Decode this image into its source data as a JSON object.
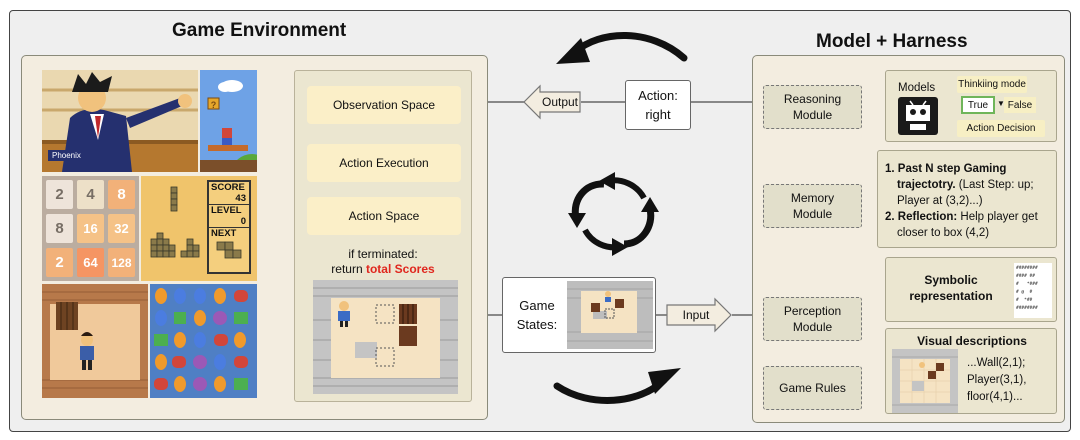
{
  "titles": {
    "env": "Game Environment",
    "harness": "Model + Harness"
  },
  "env_panel": {
    "observation_space": "Observation Space",
    "action_execution": "Action Execution",
    "action_space": "Action Space",
    "terminated_line1": "if terminated:",
    "terminated_return": "return ",
    "terminated_scores": "total Scores"
  },
  "game_thumbs": {
    "phoenix_label": "Phoenix",
    "q_block": "?",
    "g2048": [
      "2",
      "4",
      "8",
      "8",
      "16",
      "32",
      "2",
      "64",
      "128"
    ],
    "tetris_score_label": "SCORE",
    "tetris_score": "43",
    "tetris_level_label": "LEVEL",
    "tetris_level": "0",
    "tetris_next_label": "NEXT"
  },
  "flow": {
    "output_label": "Output",
    "action_line1": "Action:",
    "action_line2": "right",
    "states_line1": "Game",
    "states_line2": "States:",
    "input_label": "Input"
  },
  "harness": {
    "reasoning_module": "Reasoning\nModule",
    "memory_module": "Memory\nModule",
    "perception_module": "Perception\nModule",
    "game_rules": "Game Rules",
    "models_label": "Models",
    "thinking_mode": "Thinkiing mode",
    "true_label": "True",
    "false_label": "False",
    "action_decision": "Action Decision",
    "memory_line1": "1. Past N step Gaming",
    "memory_line2": "trajectotry.",
    "memory_line2b": " (Last Step: up;",
    "memory_line3": "Player at (3,2)...)",
    "memory_line4": "2. Reflection:",
    "memory_line4b": " Help player get",
    "memory_line5": "closer to box (4,2)",
    "symbolic_line1": "Symbolic",
    "symbolic_line2": "representation",
    "symbolic_grid": [
      "########",
      "#### ##",
      "#   *###",
      "# @  #",
      "#  *##",
      "########"
    ],
    "visual_title": "Visual descriptions",
    "visual_line1": "...Wall(2,1);",
    "visual_line2": "Player(3,1),",
    "visual_line3": "floor(4,1)..."
  },
  "colors": {
    "panel_bg": "#f3ede0",
    "slot_bg": "#fbefc8",
    "module_bg": "#e2dfcb",
    "score_red": "#e0261d",
    "wall_gray": "#b5b5b5",
    "floor": "#f5e3c3"
  }
}
